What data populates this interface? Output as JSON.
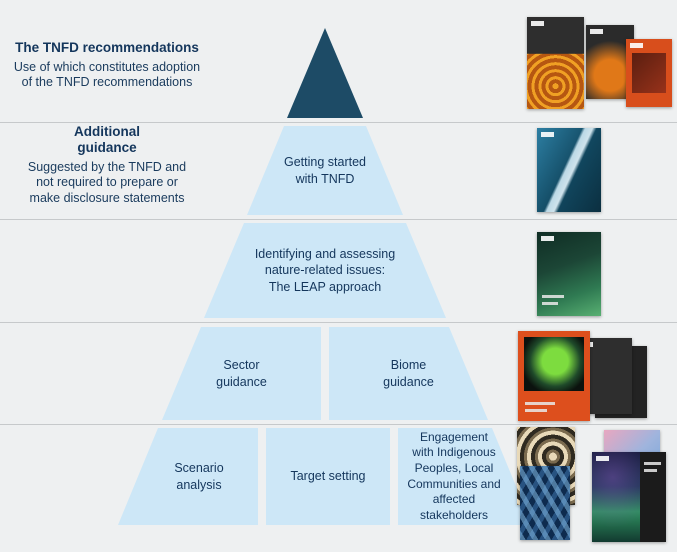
{
  "page": {
    "background": "#eef0f1"
  },
  "colors": {
    "apex_fill": "#1d4b66",
    "block_fill": "#cde7f7",
    "text_navy": "#14365c",
    "divider": "#c6c9cb"
  },
  "left_panel": {
    "sections": [
      {
        "title": "The TNFD recommendations",
        "description": "Use of which constitutes adoption\nof the TNFD recommendations"
      },
      {
        "title": "Additional\nguidance",
        "description": "Suggested by the TNFD and\nnot required to prepare or\nmake disclosure statements"
      }
    ]
  },
  "pyramid": {
    "levels": [
      {
        "name": "tnfd-recommendations-apex"
      },
      {
        "label": "Getting started\nwith TNFD"
      },
      {
        "label": "Identifying and assessing\nnature-related issues:\nThe LEAP approach"
      },
      {
        "blocks": [
          {
            "label": "Sector\nguidance"
          },
          {
            "label": "Biome\nguidance"
          }
        ]
      },
      {
        "blocks": [
          {
            "label": "Scenario\nanalysis"
          },
          {
            "label": "Target setting"
          },
          {
            "label": "Engagement\nwith Indigenous\nPeoples, Local\nCommunities and\naffected\nstakeholders"
          }
        ]
      }
    ]
  }
}
